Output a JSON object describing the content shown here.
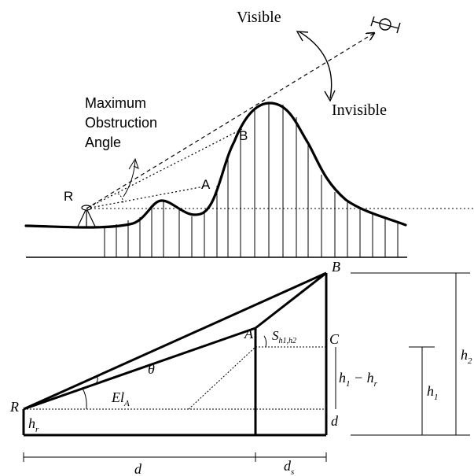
{
  "top_panel": {
    "label_visible": "Visible",
    "label_invisible": "Invisible",
    "caption_line1": "Maximum",
    "caption_line2": "Obstruction",
    "caption_line3": "Angle",
    "label_r": "R",
    "label_a": "A",
    "label_b": "B"
  },
  "bottom_panel": {
    "label_r": "R",
    "label_a": "A",
    "label_b": "B",
    "label_c": "C",
    "label_d": "d",
    "label_theta": "θ",
    "label_el_main": "El",
    "label_el_sub": "A",
    "label_slope_main": "S",
    "label_slope_sub": "h1,h2",
    "label_hr_main": "h",
    "label_hr_sub": "r",
    "label_diff_a": "h",
    "label_diff_a_sub": "1",
    "label_diff_minus": " − h",
    "label_diff_b_sub": "r",
    "label_h1_main": "h",
    "label_h1_sub": "1",
    "label_h2_main": "h",
    "label_h2_sub": "2",
    "label_ds_main": "d",
    "label_ds_sub": "s"
  },
  "colors": {
    "ink": "#000000",
    "background": "#ffffff"
  }
}
